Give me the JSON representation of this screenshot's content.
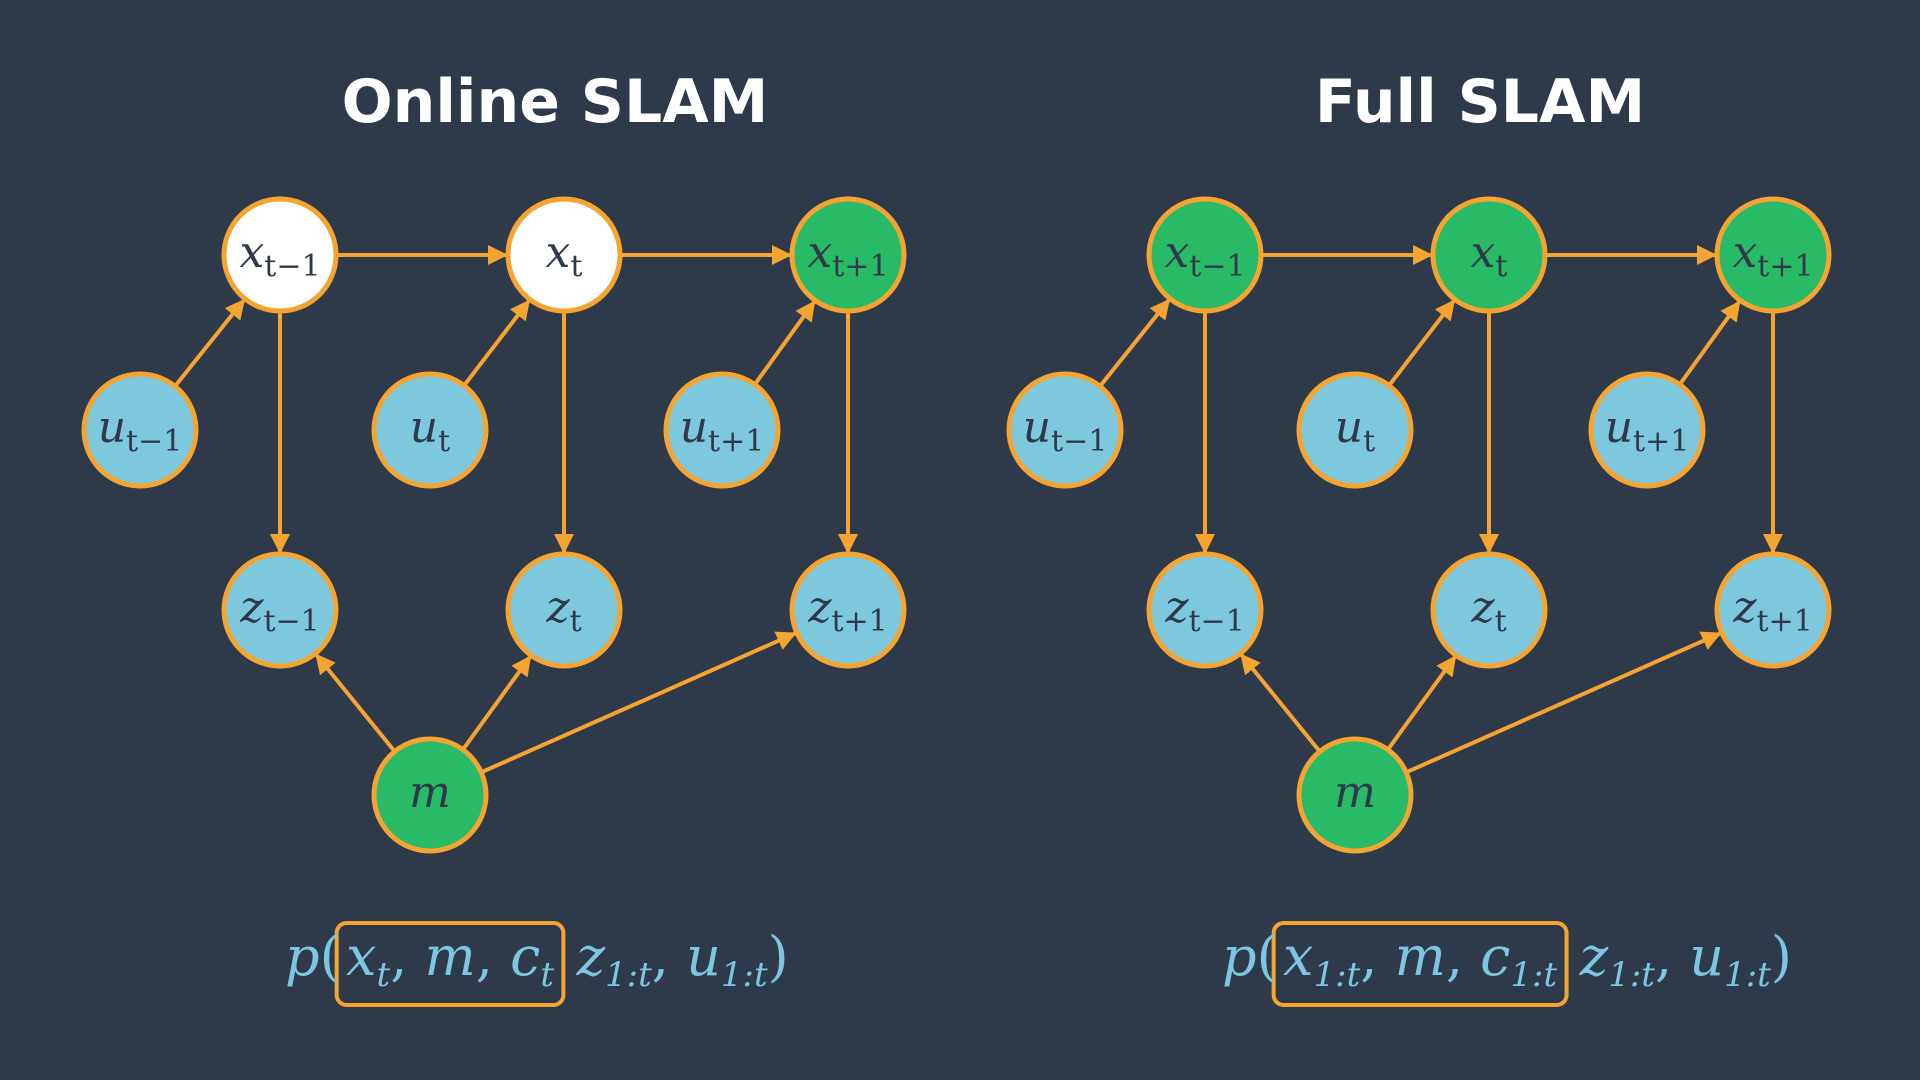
{
  "colors": {
    "background": "#2e3a4a",
    "edge": "#f5a431",
    "estimated": "#28ba66",
    "observed": "#7ec8de",
    "not_estimated": "#ffffff",
    "formula": "#7cc6df"
  },
  "panels": [
    {
      "title": "Online SLAM",
      "nodes": [
        {
          "id": "x_tm1",
          "base": "x",
          "sub": "t−1",
          "state": "not_estimated"
        },
        {
          "id": "x_t",
          "base": "x",
          "sub": "t",
          "state": "not_estimated"
        },
        {
          "id": "x_tp1",
          "base": "x",
          "sub": "t+1",
          "state": "estimated"
        },
        {
          "id": "u_tm1",
          "base": "u",
          "sub": "t−1",
          "state": "observed"
        },
        {
          "id": "u_t",
          "base": "u",
          "sub": "t",
          "state": "observed"
        },
        {
          "id": "u_tp1",
          "base": "u",
          "sub": "t+1",
          "state": "observed"
        },
        {
          "id": "z_tm1",
          "base": "z",
          "sub": "t−1",
          "state": "observed"
        },
        {
          "id": "z_t",
          "base": "z",
          "sub": "t",
          "state": "observed"
        },
        {
          "id": "z_tp1",
          "base": "z",
          "sub": "t+1",
          "state": "observed"
        },
        {
          "id": "m",
          "base": "m",
          "sub": "",
          "state": "estimated"
        }
      ],
      "formula": {
        "func": "p(",
        "boxed": [
          {
            "base": "x",
            "sub": "t"
          },
          {
            "base": "m",
            "sub": ""
          },
          {
            "base": "c",
            "sub": "t"
          }
        ],
        "given": [
          {
            "base": "z",
            "sub": "1:t"
          },
          {
            "base": "u",
            "sub": "1:t"
          }
        ],
        "close": ")"
      }
    },
    {
      "title": "Full SLAM",
      "nodes": [
        {
          "id": "x_tm1",
          "base": "x",
          "sub": "t−1",
          "state": "estimated"
        },
        {
          "id": "x_t",
          "base": "x",
          "sub": "t",
          "state": "estimated"
        },
        {
          "id": "x_tp1",
          "base": "x",
          "sub": "t+1",
          "state": "estimated"
        },
        {
          "id": "u_tm1",
          "base": "u",
          "sub": "t−1",
          "state": "observed"
        },
        {
          "id": "u_t",
          "base": "u",
          "sub": "t",
          "state": "observed"
        },
        {
          "id": "u_tp1",
          "base": "u",
          "sub": "t+1",
          "state": "observed"
        },
        {
          "id": "z_tm1",
          "base": "z",
          "sub": "t−1",
          "state": "observed"
        },
        {
          "id": "z_t",
          "base": "z",
          "sub": "t",
          "state": "observed"
        },
        {
          "id": "z_tp1",
          "base": "z",
          "sub": "t+1",
          "state": "observed"
        },
        {
          "id": "m",
          "base": "m",
          "sub": "",
          "state": "estimated"
        }
      ],
      "formula": {
        "func": "p(",
        "boxed": [
          {
            "base": "x",
            "sub": "1:t"
          },
          {
            "base": "m",
            "sub": ""
          },
          {
            "base": "c",
            "sub": "1:t"
          }
        ],
        "given": [
          {
            "base": "z",
            "sub": "1:t"
          },
          {
            "base": "u",
            "sub": "1:t"
          }
        ],
        "close": ")"
      }
    }
  ],
  "edges": [
    [
      "x_tm1",
      "x_t"
    ],
    [
      "x_t",
      "x_tp1"
    ],
    [
      "u_tm1",
      "x_tm1"
    ],
    [
      "u_t",
      "x_t"
    ],
    [
      "u_tp1",
      "x_tp1"
    ],
    [
      "x_tm1",
      "z_tm1"
    ],
    [
      "x_t",
      "z_t"
    ],
    [
      "x_tp1",
      "z_tp1"
    ],
    [
      "m",
      "z_tm1"
    ],
    [
      "m",
      "z_t"
    ],
    [
      "m",
      "z_tp1"
    ]
  ]
}
